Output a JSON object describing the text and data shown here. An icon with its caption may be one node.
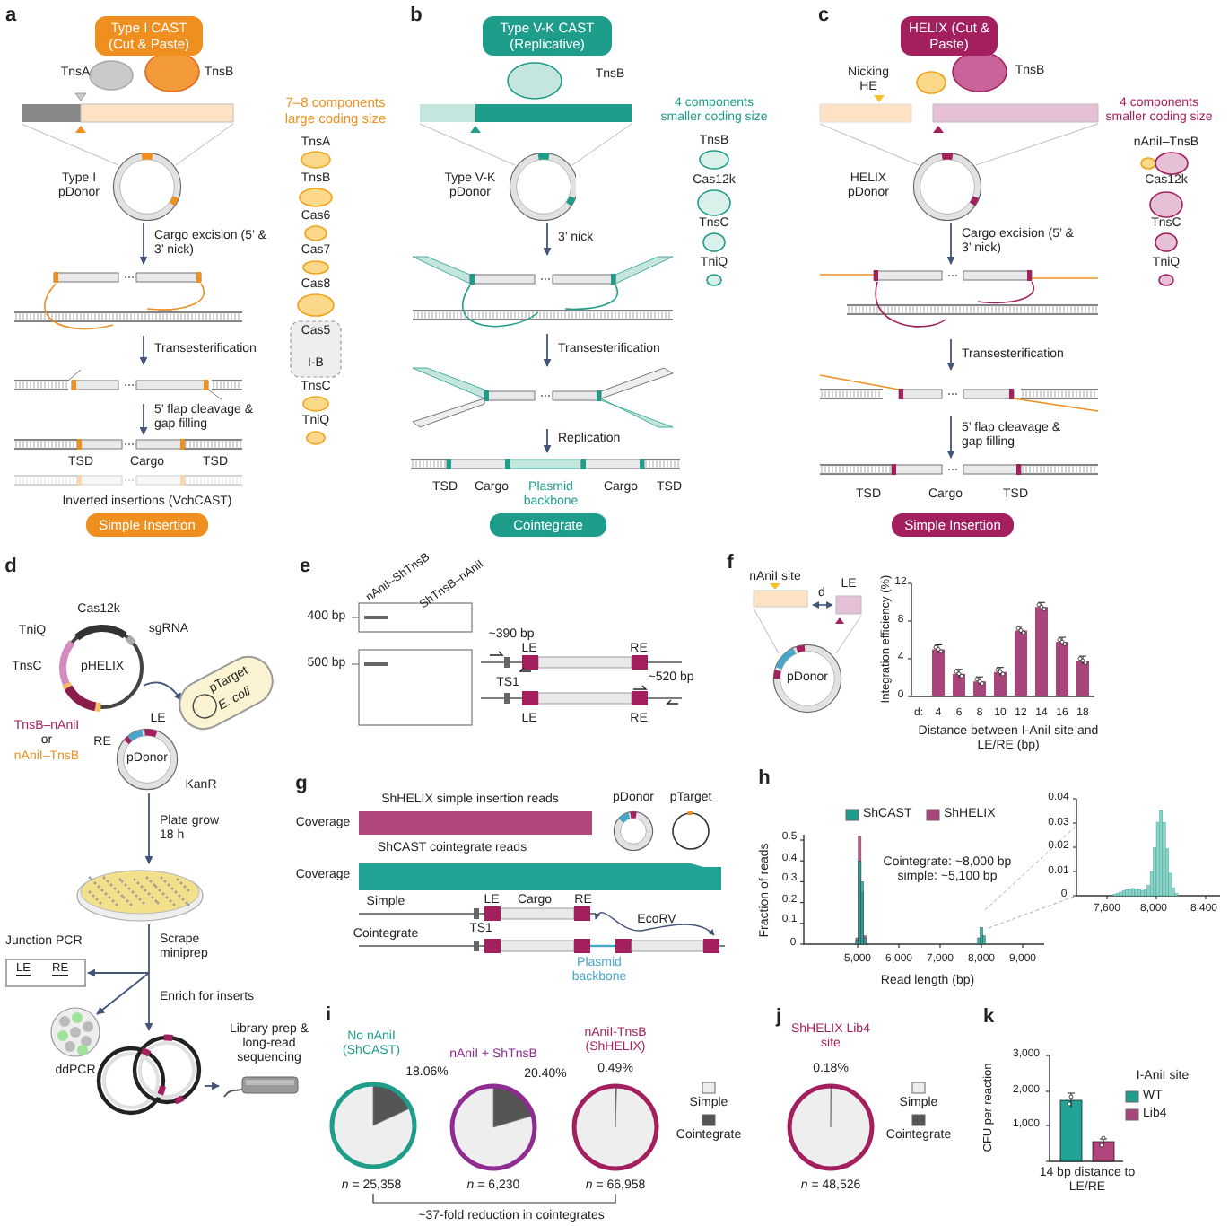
{
  "diagram": {
    "nodes": [
      {
        "text": [
          "Type I CAST (Cut & Paste)"
        ]
      },
      {
        "text": [
          "Type I pDonor"
        ]
      },
      {
        "text": [],
        "shape": "picture"
      },
      {
        "text": [],
        "shape": "picture"
      },
      {
        "text": [],
        "shape": "picture"
      },
      {
        "text": [
          "Simple Insertion"
        ]
      },
      {
        "text": [
          "Type V-K CAST (Replicative)"
        ]
      },
      {
        "text": [
          "Type V-K pDonor"
        ]
      },
      {
        "text": [],
        "shape": "picture"
      },
      {
        "text": [],
        "shape": "picture"
      },
      {
        "text": [],
        "shape": "picture"
      },
      {
        "text": [
          "Cointegrate"
        ]
      },
      {
        "text": [
          "HELIX (Cut & Paste)"
        ]
      },
      {
        "text": [
          "HELIX pDonor"
        ]
      },
      {
        "text": [],
        "shape": "picture"
      },
      {
        "text": [],
        "shape": "picture"
      },
      {
        "text": [],
        "shape": "picture"
      },
      {
        "text": [
          "Simple Insertion"
        ]
      },
      {
        "text": [
          "pHELIX"
        ]
      },
      {
        "text": [
          "pTarget",
          "E. coli"
        ]
      },
      {
        "text": [
          "pDonor"
        ]
      },
      {
        "text": [],
        "shape": "picture"
      },
      {
        "text": [
          "Junction PCR",
          "LE",
          "RE"
        ]
      },
      {
        "text": [],
        "shape": "picture",
        "beside": [
          "ddPCR"
        ]
      },
      {
        "text": [],
        "shape": "picture"
      },
      {
        "text": [],
        "shape": "picture"
      },
      {
        "text": [
          "pDonor"
        ]
      },
      {
        "text": [
          "pDonor"
        ]
      },
      {
        "text": [
          "pTarget"
        ]
      }
    ],
    "edges": [
      {
        "from": 1,
        "to": 2,
        "arrow": "to",
        "label": "Cargo excision (5’ & 3’ nick)"
      },
      {
        "from": 2,
        "to": 3,
        "arrow": "to",
        "label": "Transesterification"
      },
      {
        "from": 3,
        "to": 4,
        "arrow": "to",
        "label": "5’ flap cleavage & gap filling"
      },
      {
        "from": 7,
        "to": 8,
        "arrow": "to",
        "label": "3’ nick"
      },
      {
        "from": 8,
        "to": 9,
        "arrow": "to",
        "label": "Transesterification"
      },
      {
        "from": 9,
        "to": 10,
        "arrow": "to",
        "label": "Replication"
      },
      {
        "from": 13,
        "to": 14,
        "arrow": "to",
        "label": "Cargo excision (5’ & 3’ nick)"
      },
      {
        "from": 14,
        "to": 15,
        "arrow": "to",
        "label": "Transesterification"
      },
      {
        "from": 15,
        "to": 16,
        "arrow": "to",
        "label": "5’ flap cleavage & gap filling"
      },
      {
        "from": 18,
        "to": 19,
        "arrow": "to"
      },
      {
        "from": 20,
        "to": 21,
        "arrow": "to",
        "label": "Plate grow 18 h"
      },
      {
        "from": 21,
        "to": 22,
        "arrow": "to",
        "label": "Scrape miniprep"
      },
      {
        "from": 21,
        "to": 23,
        "arrow": "to"
      },
      {
        "from": 21,
        "to": 24,
        "arrow": "to",
        "label": "Enrich for inserts"
      },
      {
        "from": 24,
        "to": 25,
        "arrow": "to",
        "label": "Library prep & long-read sequencing"
      }
    ],
    "labels": [
      "a",
      "TnsA",
      "TnsB",
      "7–8 components large coding size",
      "TnsA",
      "TnsB",
      "Cas6",
      "Cas7",
      "Cas8",
      "Cas5",
      "I-B",
      "TnsC",
      "TniQ",
      "TSD",
      "Cargo",
      "TSD",
      "Inverted insertions (VchCAST)",
      "b",
      "TnsB",
      "4 components smaller coding size",
      "TnsB",
      "Cas12k",
      "TnsC",
      "TniQ",
      "TSD",
      "Cargo",
      "Plasmid backbone",
      "Cargo",
      "TSD",
      "c",
      "Nicking HE",
      "TnsB",
      "4 components smaller coding size",
      "nAniI–TnsB",
      "Cas12k",
      "TnsC",
      "TniQ",
      "TSD",
      "Cargo",
      "TSD",
      "d",
      "Cas12k",
      "TniQ",
      "sgRNA",
      "TnsC",
      "TnsB–nAniI",
      "or",
      "nAniI–TnsB",
      "LE",
      "RE",
      "KanR",
      "e",
      "nAniI–ShTnsB",
      "ShTnsB–nAniI",
      "400 bp",
      "~390 bp",
      "LE",
      "RE",
      "TS1",
      "500 bp",
      "~520 bp",
      "LE",
      "RE",
      "f",
      "nAniI site",
      "d",
      "LE",
      "d:",
      "g",
      "ShHELIX simple insertion reads",
      "Coverage",
      "ShCAST cointegrate reads",
      "Coverage",
      "Simple",
      "LE",
      "Cargo",
      "RE",
      "Cointegrate",
      "TS1",
      "EcoRV",
      "Plasmid backbone",
      "h",
      "Cointegrate: ~8,000 bp simple: ~5,100 bp",
      "0.5",
      "0.4",
      "0.3",
      "0.2",
      "0.1",
      "0",
      "Fraction of reads",
      "5,000",
      "6,000",
      "7,000",
      "8,000",
      "9,000",
      "Read length (bp)",
      "0.04",
      "0.03",
      "0.02",
      "0.01",
      "0",
      "7,600",
      "8,000",
      "8,400",
      "i",
      "No nAniI (ShCAST)",
      "18.06%",
      "*n* = 25,358",
      "nAniI + ShTnsB",
      "20.40%",
      "*n* = 6,230",
      "nAniI-TnsB (ShHELIX)",
      "0.49%",
      "*n* = 66,958",
      "~37-fold reduction in cointegrates",
      "j",
      "ShHELIX Lib4 site",
      "0.18%",
      "*n* = 48,526",
      "k",
      "3,000",
      "2,000",
      "1,000",
      "CFU per reaction",
      "14 bp distance to LE/RE",
      "I-AniI site"
    ],
    "legend": [
      {
        "text": "ShCAST",
        "color": "#1f9d8b"
      },
      {
        "text": "ShHELIX",
        "color": "#a8457a"
      },
      {
        "text": "Simple",
        "color": "#eeeeee"
      },
      {
        "text": "Cointegrate",
        "color": "#555555"
      },
      {
        "text": "Simple",
        "color": "#eeeeee"
      },
      {
        "text": "Cointegrate",
        "color": "#555555"
      },
      {
        "text": "WT",
        "color": "#1f9d8b"
      },
      {
        "text": "Lib4",
        "color": "#a8457a"
      }
    ],
    "chart_data": {
      "type": "bar",
      "xlabel": "Distance between I-AniI site and LE/RE (bp)",
      "ylabel": "Integration efficiency (%)",
      "categories": [
        "4",
        "6",
        "8",
        "10",
        "12",
        "14",
        "16",
        "18"
      ],
      "series": [
        {
          "color": "#a8457a",
          "values": [
            5.0,
            2.4,
            1.6,
            2.6,
            7.0,
            9.5,
            5.8,
            3.8
          ]
        }
      ],
      "ylim": [
        0,
        12
      ],
      "yticks": [
        0,
        4,
        8,
        12
      ]
    }
  }
}
